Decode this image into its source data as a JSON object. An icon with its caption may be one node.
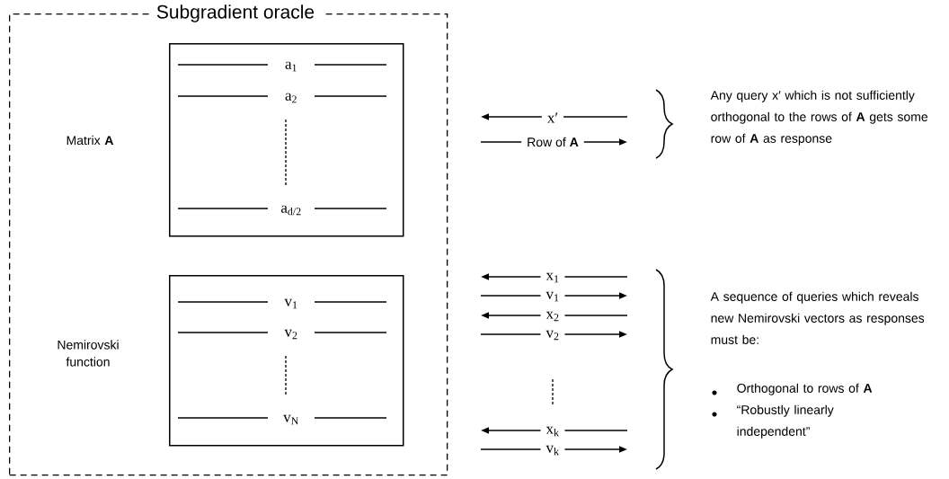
{
  "diagram": {
    "nodes": [
      {
        "text": [
          "Subgradient oracle"
        ]
      },
      {
        "text": [
          "a$_{1}$",
          "a$_{2}$",
          "a$_{d/2}$"
        ],
        "in": 0
      },
      {
        "text": [
          "v$_{1}$",
          "v$_{2}$",
          "v$_{N}$"
        ],
        "in": 0
      }
    ],
    "labels": [
      "Matrix **A**",
      "x′",
      "Row of **A**",
      "Any query x′ which is not sufficiently orthogonal to the rows of **A** gets some row of **A** as response",
      "Nemirovski function",
      "x$_{1}$",
      "v$_{1}$",
      "x$_{2}$",
      "v$_{2}$",
      "x$_{k}$",
      "v$_{k}$",
      "A sequence of queries which reveals new Nemirovski vectors as responses must be:",
      "Orthogonal to rows of **A**",
      "“Robustly linearly independent”"
    ]
  }
}
